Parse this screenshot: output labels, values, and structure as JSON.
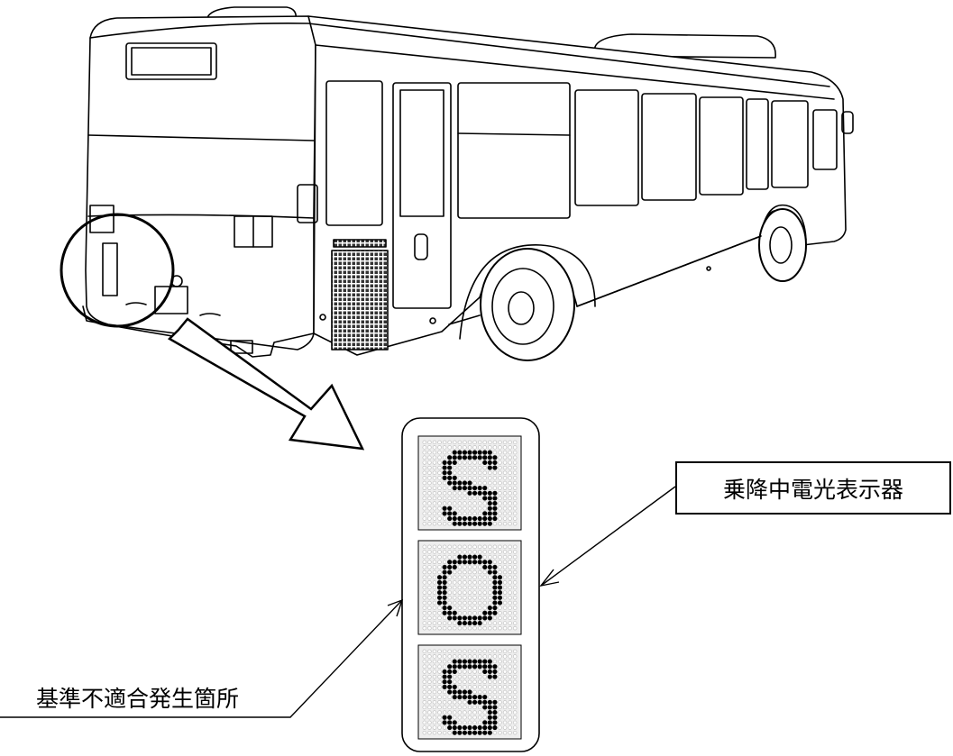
{
  "callouts": {
    "display_label": "乗降中電光表示器",
    "defect_label": "基準不適合発生箇所"
  },
  "display": {
    "characters": [
      "S",
      "O",
      "S"
    ],
    "lit_color": "#000000",
    "unlit_color": "#b8b8b8",
    "panel_color": "#eeeeee"
  },
  "colors": {
    "line": "#000000",
    "background": "#ffffff"
  }
}
